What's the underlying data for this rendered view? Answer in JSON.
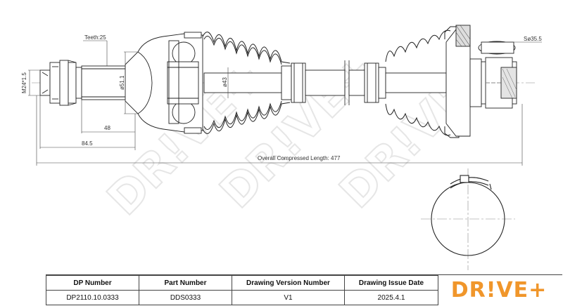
{
  "drawing": {
    "teeth_label": "Teeth:25",
    "thread_label": "M24*1.5",
    "dia_inner_label": "ø51.1",
    "dia_shaft_label": "ø43",
    "len_48_label": "48",
    "len_845_label": "84.5",
    "overall_label": "Overall  Compressed  Length: 477",
    "sphere_label": "Sø35.5",
    "watermark": "DR!VE+"
  },
  "title_block": {
    "headers": [
      "DP Number",
      "Part Number",
      "Drawing Version Number",
      "Drawing Issue Date"
    ],
    "values": [
      "DP2110.10.0333",
      "DDS0333",
      "V1",
      "2025.4.1"
    ]
  },
  "logo": {
    "text": "DR!VE+",
    "color": "#f0962b"
  }
}
